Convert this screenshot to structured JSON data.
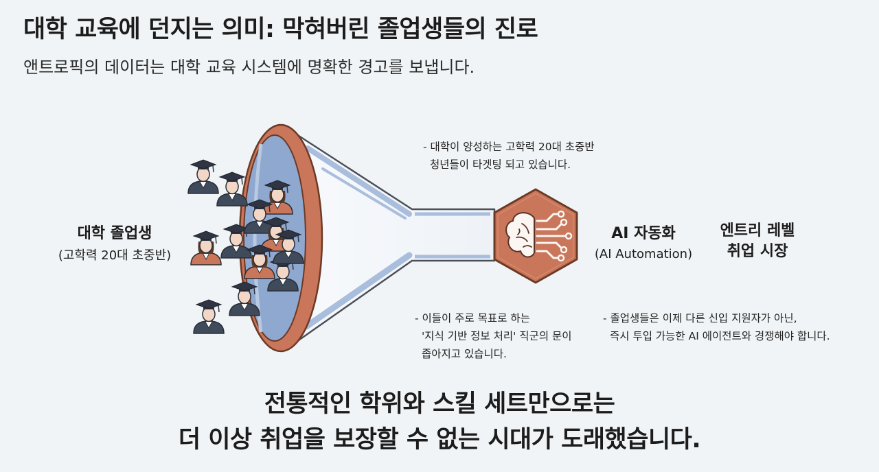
{
  "header": {
    "title": "대학 교육에 던지는 의미: 막혀버린 졸업생들의 진로",
    "subtitle": "앤트로픽의 데이터는 대학 교육 시스템에 명확한 경고를 보냅니다."
  },
  "graduates": {
    "label": "대학 졸업생",
    "sublabel": "(고학력 20대 초중반)"
  },
  "ai": {
    "label": "AI 자동화",
    "sublabel": "(AI Automation)"
  },
  "market": {
    "line1": "엔트리 레벨",
    "line2": "취업 시장"
  },
  "notes": {
    "note1": [
      "- 대학이 양성하는 고학력 20대 초중반",
      "청년들이 타겟팅 되고 있습니다."
    ],
    "note2": [
      "- 이들이 주로 목표로 하는",
      "'지식 기반 정보 처리' 직군의 문이",
      "좁아지고 있습니다."
    ],
    "note3": [
      "- 졸업생들은 이제 다른 신입 지원자가 아닌,",
      "즉시 투입 가능한 AI 에이전트와 경쟁해야 합니다."
    ]
  },
  "conclusion": {
    "line1": "전통적인 학위와 스킬 세트만으로는",
    "line2": "더 이상 취업을 보장할 수 없는 시대가 도래했습니다."
  },
  "colors": {
    "background": "#f1f4f6",
    "copper": "#c9765a",
    "copper_dark": "#8e4a33",
    "funnel_blue": "#8aa5cf",
    "graduate_dark": "#3f4a5a",
    "skin": "#f2d6c6"
  },
  "icons": {
    "graduate": "graduate-icon",
    "brain": "brain-circuit-icon",
    "funnel": "funnel-icon"
  }
}
